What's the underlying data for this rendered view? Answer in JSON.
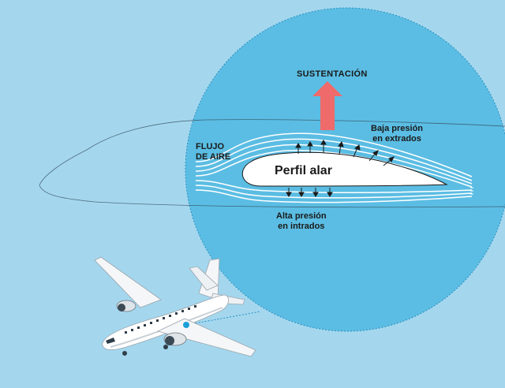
{
  "labels": {
    "lift": "SUSTENTACIÓN",
    "airflow_line1": "FLUJO",
    "airflow_line2": "DE AIRE",
    "low_pressure_line1": "Baja presión",
    "low_pressure_line2": "en extrados",
    "high_pressure_line1": "Alta presión",
    "high_pressure_line2": "en intrados",
    "airfoil": "Perfil alar"
  },
  "colors": {
    "background": "#a4d7ee",
    "zoom_circle": "#5bbde3",
    "lift_arrow": "#ef6a6a",
    "streamlines": "#ffffff",
    "pressure_arrows": "#1a1a1a",
    "aircraft": "#ffffff",
    "highlight_dot": "#1a9fd8"
  },
  "icons": {
    "aircraft": "airplane-icon",
    "lift_arrow": "arrow-up-icon"
  }
}
